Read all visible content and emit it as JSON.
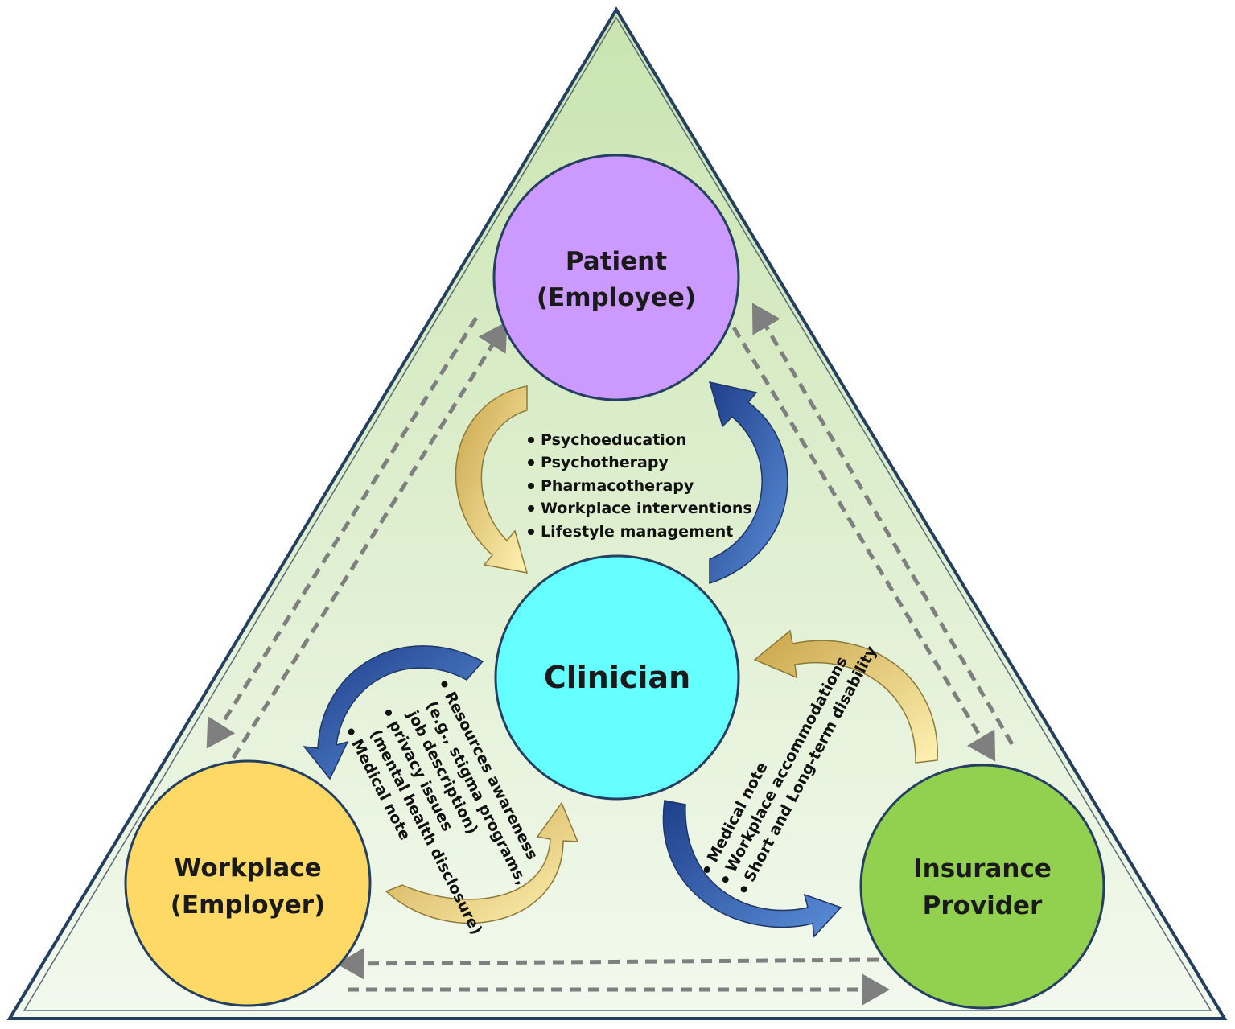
{
  "nodes": {
    "patient": {
      "line1": "Patient",
      "line2": "(Employee)",
      "fill": "#cc99ff"
    },
    "clinician": {
      "line1": "Clinician",
      "fill": "#66ffff"
    },
    "workplace": {
      "line1": "Workplace",
      "line2": "(Employer)",
      "fill": "#ffd966"
    },
    "insurance": {
      "line1": "Insurance",
      "line2": "Provider",
      "fill": "#92d050"
    }
  },
  "lists": {
    "treatments": [
      "Psychoeducation",
      "Psychotherapy",
      "Pharmacotherapy",
      "Workplace interventions",
      "Lifestyle management"
    ],
    "workplace_info": [
      "Resources awareness",
      "(e.g., stigma programs,",
      "job description)",
      "privacy issues",
      "(mental health disclosure)",
      "Medical note"
    ],
    "insurance_info": [
      "Medical note",
      "Workplace accommodations",
      "Short and Long-term disability"
    ]
  },
  "colors": {
    "triangle_fill": "#e2f0d9",
    "triangle_stroke": "#243f60",
    "dashed_arrow": "#7f7f7f",
    "blue_arrow": "#2e5fb0",
    "gold_arrow": "#d6b86a"
  }
}
